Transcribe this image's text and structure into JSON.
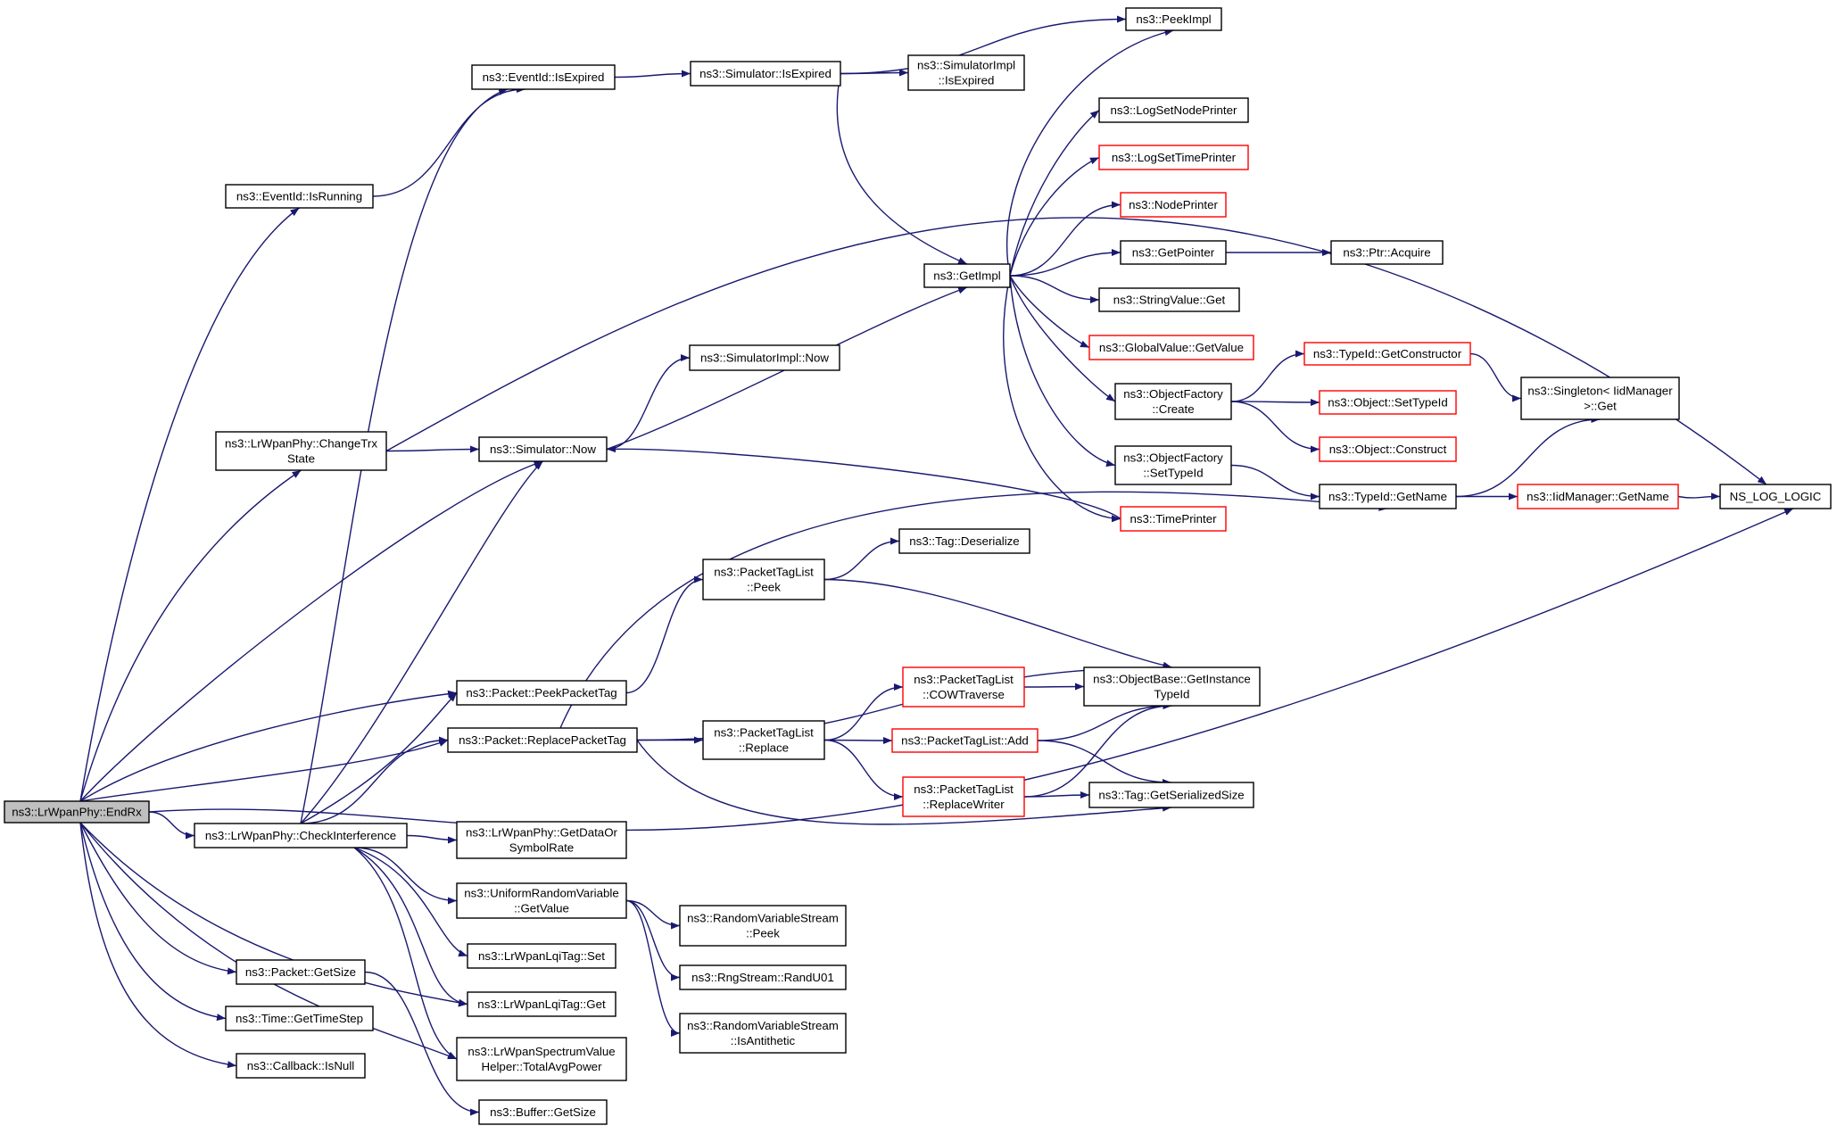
{
  "diagram": {
    "type": "call-graph",
    "edge_color": "#191970",
    "incomplete_border_color": "#ff0000",
    "root_fill": "#bfbfbf",
    "nodes": [
      {
        "id": "endrx",
        "lines": [
          "ns3::LrWpanPhy::EndRx"
        ],
        "root": true
      },
      {
        "id": "isrunning",
        "lines": [
          "ns3::EventId::IsRunning"
        ]
      },
      {
        "id": "eventexpired",
        "lines": [
          "ns3::EventId::IsExpired"
        ]
      },
      {
        "id": "simexpired",
        "lines": [
          "ns3::Simulator::IsExpired"
        ]
      },
      {
        "id": "implexpired",
        "lines": [
          "ns3::SimulatorImpl",
          "::IsExpired"
        ]
      },
      {
        "id": "peekimpl",
        "lines": [
          "ns3::PeekImpl"
        ]
      },
      {
        "id": "lognode",
        "lines": [
          "ns3::LogSetNodePrinter"
        ]
      },
      {
        "id": "logtime",
        "lines": [
          "ns3::LogSetTimePrinter"
        ],
        "incomplete": true
      },
      {
        "id": "nodeprinter",
        "lines": [
          "ns3::NodePrinter"
        ],
        "incomplete": true
      },
      {
        "id": "getpointer",
        "lines": [
          "ns3::GetPointer"
        ]
      },
      {
        "id": "acquire",
        "lines": [
          "ns3::Ptr::Acquire"
        ]
      },
      {
        "id": "getimpl",
        "lines": [
          "ns3::GetImpl"
        ]
      },
      {
        "id": "stringget",
        "lines": [
          "ns3::StringValue::Get"
        ]
      },
      {
        "id": "globalget",
        "lines": [
          "ns3::GlobalValue::GetValue"
        ],
        "incomplete": true
      },
      {
        "id": "getctor",
        "lines": [
          "ns3::TypeId::GetConstructor"
        ],
        "incomplete": true
      },
      {
        "id": "singleton",
        "lines": [
          "ns3::Singleton< IidManager",
          ">::Get"
        ]
      },
      {
        "id": "ofcreate",
        "lines": [
          "ns3::ObjectFactory",
          "::Create"
        ]
      },
      {
        "id": "objsettype",
        "lines": [
          "ns3::Object::SetTypeId"
        ],
        "incomplete": true
      },
      {
        "id": "objconstruct",
        "lines": [
          "ns3::Object::Construct"
        ],
        "incomplete": true
      },
      {
        "id": "ofsettype",
        "lines": [
          "ns3::ObjectFactory",
          "::SetTypeId"
        ]
      },
      {
        "id": "timeprinter",
        "lines": [
          "ns3::TimePrinter"
        ],
        "incomplete": true
      },
      {
        "id": "typegetname",
        "lines": [
          "ns3::TypeId::GetName"
        ]
      },
      {
        "id": "iidgetname",
        "lines": [
          "ns3::IidManager::GetName"
        ],
        "incomplete": true
      },
      {
        "id": "nslog",
        "lines": [
          "NS_LOG_LOGIC"
        ]
      },
      {
        "id": "implnow",
        "lines": [
          "ns3::SimulatorImpl::Now"
        ]
      },
      {
        "id": "changetrx",
        "lines": [
          "ns3::LrWpanPhy::ChangeTrx",
          "State"
        ]
      },
      {
        "id": "simnow",
        "lines": [
          "ns3::Simulator::Now"
        ]
      },
      {
        "id": "tagdeser",
        "lines": [
          "ns3::Tag::Deserialize"
        ]
      },
      {
        "id": "ptlpeek",
        "lines": [
          "ns3::PacketTagList",
          "::Peek"
        ]
      },
      {
        "id": "peekpackettag",
        "lines": [
          "ns3::Packet::PeekPacketTag"
        ]
      },
      {
        "id": "replacepackettag",
        "lines": [
          "ns3::Packet::ReplacePacketTag"
        ]
      },
      {
        "id": "ptlreplace",
        "lines": [
          "ns3::PacketTagList",
          "::Replace"
        ]
      },
      {
        "id": "cowtraverse",
        "lines": [
          "ns3::PacketTagList",
          "::COWTraverse"
        ],
        "incomplete": true
      },
      {
        "id": "ptladd",
        "lines": [
          "ns3::PacketTagList::Add"
        ],
        "incomplete": true
      },
      {
        "id": "replacewriter",
        "lines": [
          "ns3::PacketTagList",
          "::ReplaceWriter"
        ],
        "incomplete": true
      },
      {
        "id": "getinstance",
        "lines": [
          "ns3::ObjectBase::GetInstance",
          "TypeId"
        ]
      },
      {
        "id": "tagsersize",
        "lines": [
          "ns3::Tag::GetSerializedSize"
        ]
      },
      {
        "id": "checkinterf",
        "lines": [
          "ns3::LrWpanPhy::CheckInterference"
        ]
      },
      {
        "id": "datarate",
        "lines": [
          "ns3::LrWpanPhy::GetDataOr",
          "SymbolRate"
        ]
      },
      {
        "id": "urvgetvalue",
        "lines": [
          "ns3::UniformRandomVariable",
          "::GetValue"
        ]
      },
      {
        "id": "rvspeek",
        "lines": [
          "ns3::RandomVariableStream",
          "::Peek"
        ]
      },
      {
        "id": "randu01",
        "lines": [
          "ns3::RngStream::RandU01"
        ]
      },
      {
        "id": "antithetic",
        "lines": [
          "ns3::RandomVariableStream",
          "::IsAntithetic"
        ]
      },
      {
        "id": "lqiset",
        "lines": [
          "ns3::LrWpanLqiTag::Set"
        ]
      },
      {
        "id": "lqiget",
        "lines": [
          "ns3::LrWpanLqiTag::Get"
        ]
      },
      {
        "id": "totalavg",
        "lines": [
          "ns3::LrWpanSpectrumValue",
          "Helper::TotalAvgPower"
        ]
      },
      {
        "id": "pktgetsize",
        "lines": [
          "ns3::Packet::GetSize"
        ]
      },
      {
        "id": "timestep",
        "lines": [
          "ns3::Time::GetTimeStep"
        ]
      },
      {
        "id": "cbisnull",
        "lines": [
          "ns3::Callback::IsNull"
        ]
      },
      {
        "id": "bufgetsize",
        "lines": [
          "ns3::Buffer::GetSize"
        ]
      }
    ],
    "edges": [
      [
        "endrx",
        "isrunning"
      ],
      [
        "endrx",
        "changetrx"
      ],
      [
        "endrx",
        "simnow"
      ],
      [
        "endrx",
        "peekpackettag"
      ],
      [
        "endrx",
        "replacepackettag"
      ],
      [
        "endrx",
        "checkinterf"
      ],
      [
        "endrx",
        "nslog"
      ],
      [
        "endrx",
        "lqiget"
      ],
      [
        "endrx",
        "totalavg"
      ],
      [
        "endrx",
        "pktgetsize"
      ],
      [
        "endrx",
        "timestep"
      ],
      [
        "endrx",
        "cbisnull"
      ],
      [
        "isrunning",
        "eventexpired"
      ],
      [
        "eventexpired",
        "simexpired"
      ],
      [
        "simexpired",
        "implexpired"
      ],
      [
        "simexpired",
        "peekimpl"
      ],
      [
        "simexpired",
        "getimpl"
      ],
      [
        "getimpl",
        "peekimpl"
      ],
      [
        "getimpl",
        "lognode"
      ],
      [
        "getimpl",
        "logtime"
      ],
      [
        "getimpl",
        "nodeprinter"
      ],
      [
        "getimpl",
        "getpointer"
      ],
      [
        "getimpl",
        "stringget"
      ],
      [
        "getimpl",
        "globalget"
      ],
      [
        "getimpl",
        "ofcreate"
      ],
      [
        "getimpl",
        "ofsettype"
      ],
      [
        "getimpl",
        "timeprinter"
      ],
      [
        "getpointer",
        "acquire"
      ],
      [
        "ofcreate",
        "getctor"
      ],
      [
        "ofcreate",
        "objsettype"
      ],
      [
        "ofcreate",
        "objconstruct"
      ],
      [
        "getctor",
        "singleton"
      ],
      [
        "ofsettype",
        "typegetname"
      ],
      [
        "typegetname",
        "singleton"
      ],
      [
        "typegetname",
        "iidgetname"
      ],
      [
        "iidgetname",
        "nslog"
      ],
      [
        "changetrx",
        "simnow"
      ],
      [
        "changetrx",
        "nslog"
      ],
      [
        "simnow",
        "implnow"
      ],
      [
        "simnow",
        "getimpl"
      ],
      [
        "timeprinter",
        "simnow"
      ],
      [
        "peekpackettag",
        "ptlpeek"
      ],
      [
        "ptlpeek",
        "tagdeser"
      ],
      [
        "ptlpeek",
        "getinstance"
      ],
      [
        "replacepackettag",
        "ptlreplace"
      ],
      [
        "replacepackettag",
        "getinstance"
      ],
      [
        "replacepackettag",
        "tagsersize"
      ],
      [
        "replacepackettag",
        "typegetname"
      ],
      [
        "ptlreplace",
        "cowtraverse"
      ],
      [
        "ptlreplace",
        "ptladd"
      ],
      [
        "ptlreplace",
        "replacewriter"
      ],
      [
        "cowtraverse",
        "getinstance"
      ],
      [
        "ptladd",
        "getinstance"
      ],
      [
        "ptladd",
        "tagsersize"
      ],
      [
        "replacewriter",
        "getinstance"
      ],
      [
        "replacewriter",
        "tagsersize"
      ],
      [
        "checkinterf",
        "eventexpired"
      ],
      [
        "checkinterf",
        "simnow"
      ],
      [
        "checkinterf",
        "peekpackettag"
      ],
      [
        "checkinterf",
        "replacepackettag"
      ],
      [
        "checkinterf",
        "datarate"
      ],
      [
        "checkinterf",
        "urvgetvalue"
      ],
      [
        "checkinterf",
        "lqiset"
      ],
      [
        "checkinterf",
        "lqiget"
      ],
      [
        "checkinterf",
        "totalavg"
      ],
      [
        "urvgetvalue",
        "rvspeek"
      ],
      [
        "urvgetvalue",
        "randu01"
      ],
      [
        "urvgetvalue",
        "antithetic"
      ],
      [
        "pktgetsize",
        "bufgetsize"
      ]
    ]
  }
}
